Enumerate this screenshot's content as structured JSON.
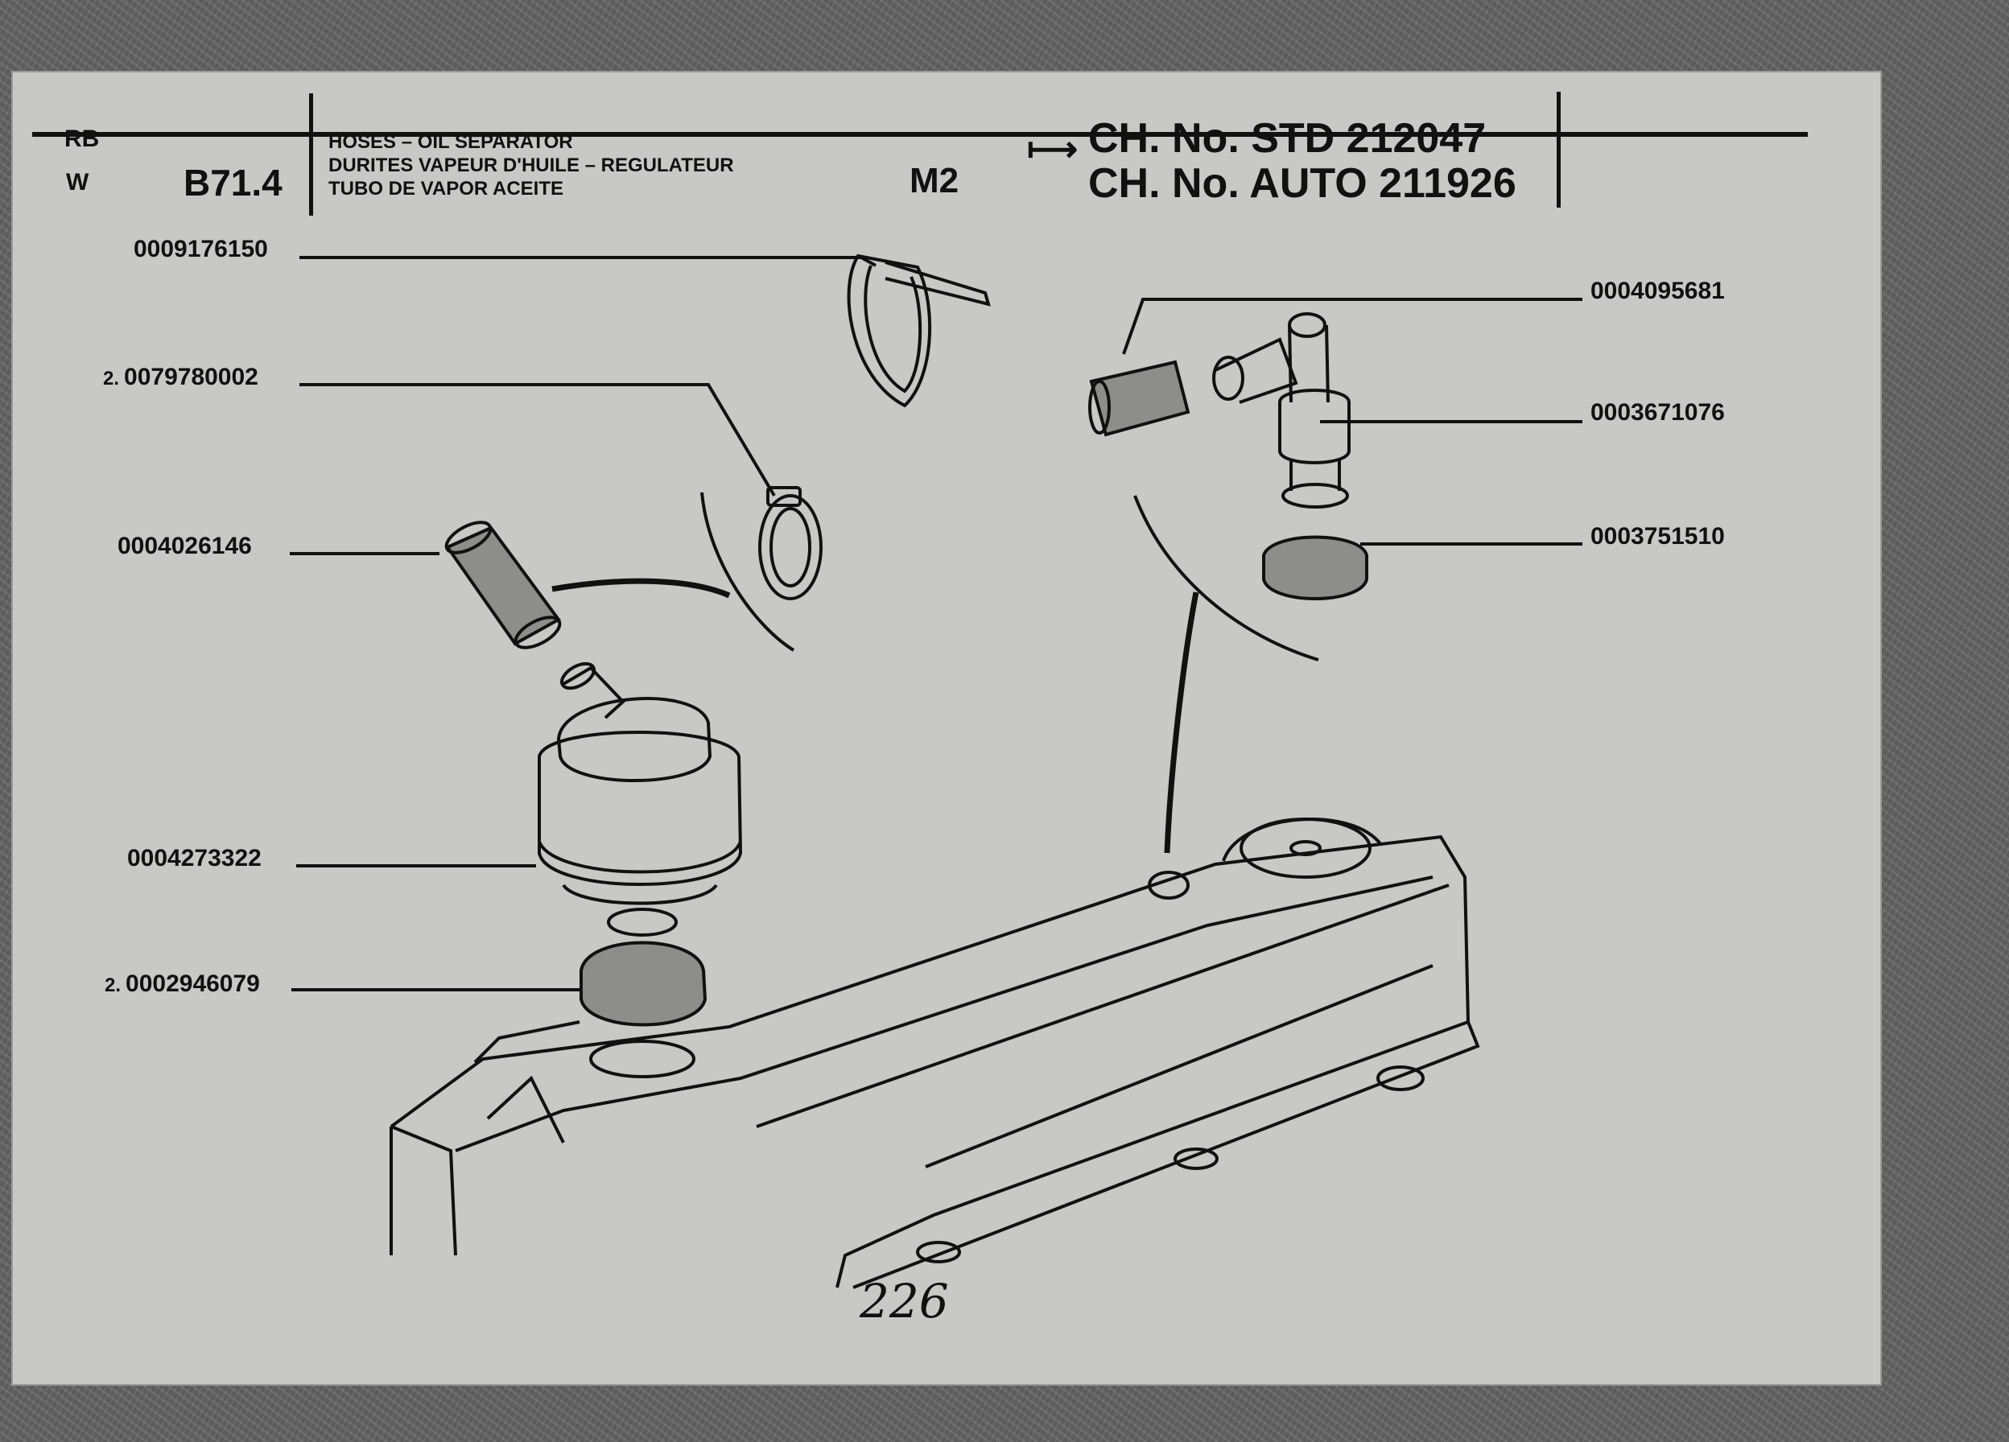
{
  "header": {
    "code_top": "RB",
    "code_bottom": "W",
    "section_code": "B71.4",
    "desc_lines": [
      "HOSES – OIL SEPARATOR",
      "DURITES VAPEUR D'HUILE – REGULATEUR",
      "TUBO DE VAPOR ACEITE"
    ],
    "model": "M2",
    "arrow": "⟼",
    "chassis_lines": [
      "CH. No. STD 212047",
      "CH. No. AUTO 211926"
    ]
  },
  "parts": [
    {
      "qty": "",
      "number": "0009176150"
    },
    {
      "qty": "2.",
      "number": "0079780002"
    },
    {
      "qty": "",
      "number": "0004026146"
    },
    {
      "qty": "",
      "number": "0004273322"
    },
    {
      "qty": "2.",
      "number": "0002946079"
    },
    {
      "qty": "",
      "number": "0004095681"
    },
    {
      "qty": "",
      "number": "0003671076"
    },
    {
      "qty": "",
      "number": "0003751510"
    }
  ],
  "page_number": "226"
}
